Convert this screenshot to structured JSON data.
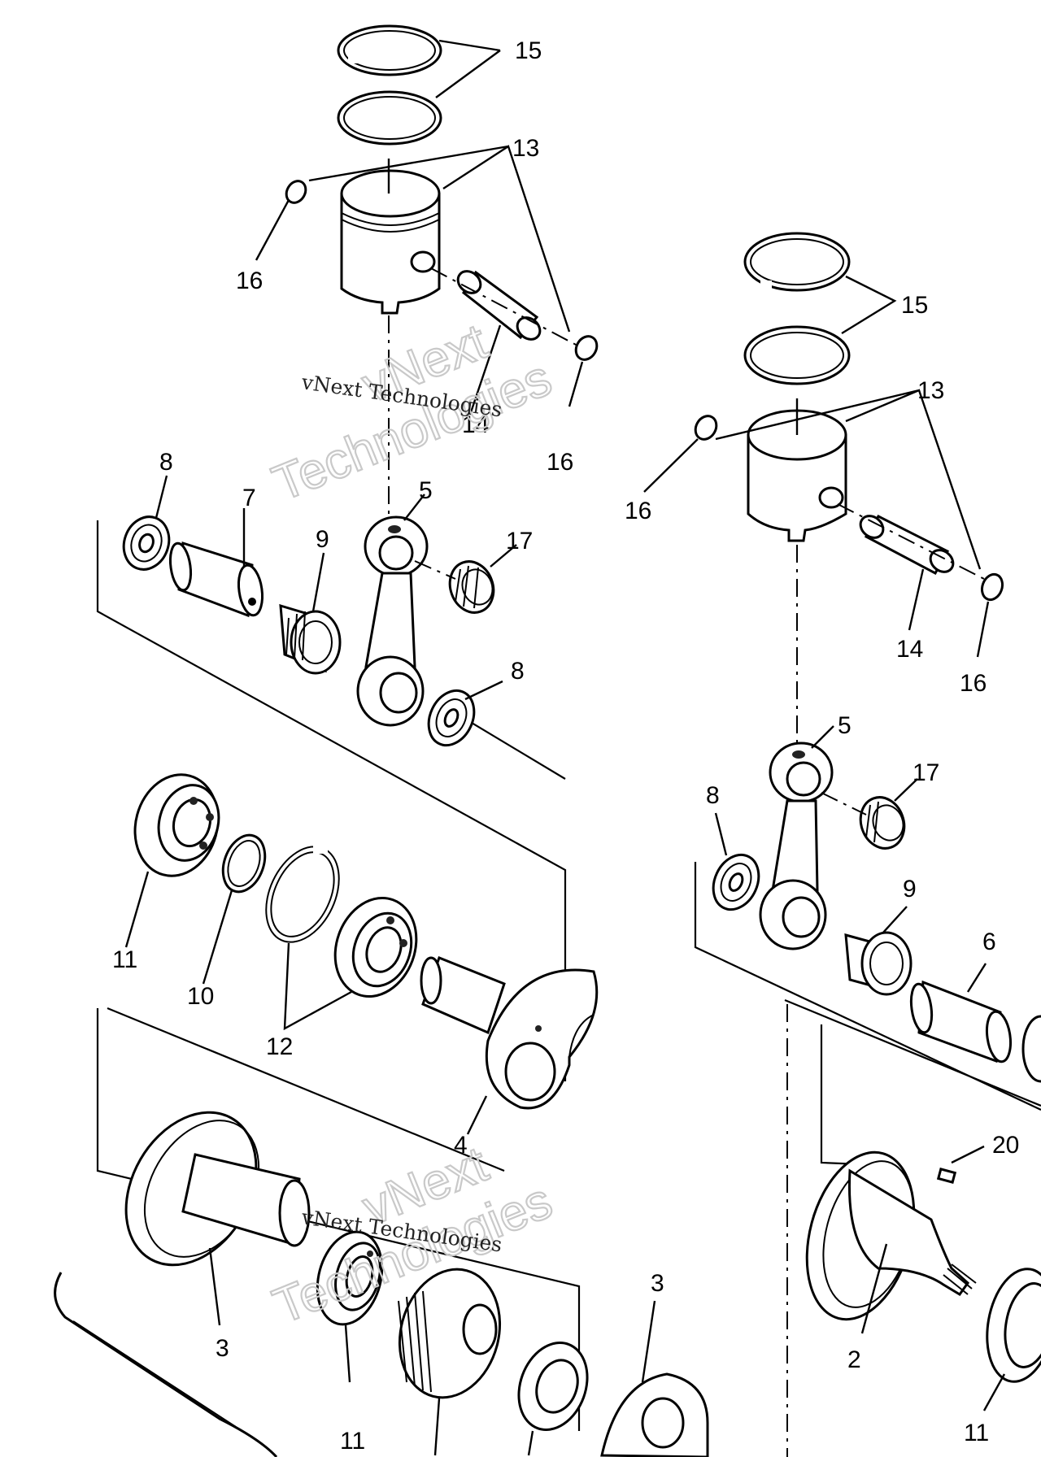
{
  "diagram": {
    "labels": {
      "l15a": "15",
      "l13a": "13",
      "l16a": "16",
      "l16b": "16",
      "l14a": "14",
      "l8a": "8",
      "l7": "7",
      "l9a": "9",
      "l5a": "5",
      "l17a": "17",
      "l8b": "8",
      "l11a": "11",
      "l10": "10",
      "l12": "12",
      "l4": "4",
      "l3a": "3",
      "l11b": "11",
      "l3b": "3",
      "l15b": "15",
      "l13b": "13",
      "l16c": "16",
      "l14b": "14",
      "l16d": "16",
      "l5b": "5",
      "l17b": "17",
      "l8c": "8",
      "l9b": "9",
      "l6": "6",
      "l20": "20",
      "l2": "2",
      "l11c": "11"
    },
    "watermark": {
      "large_line1": "vNext",
      "large_line2": "Technologies",
      "small": "vNext Technologies"
    }
  }
}
